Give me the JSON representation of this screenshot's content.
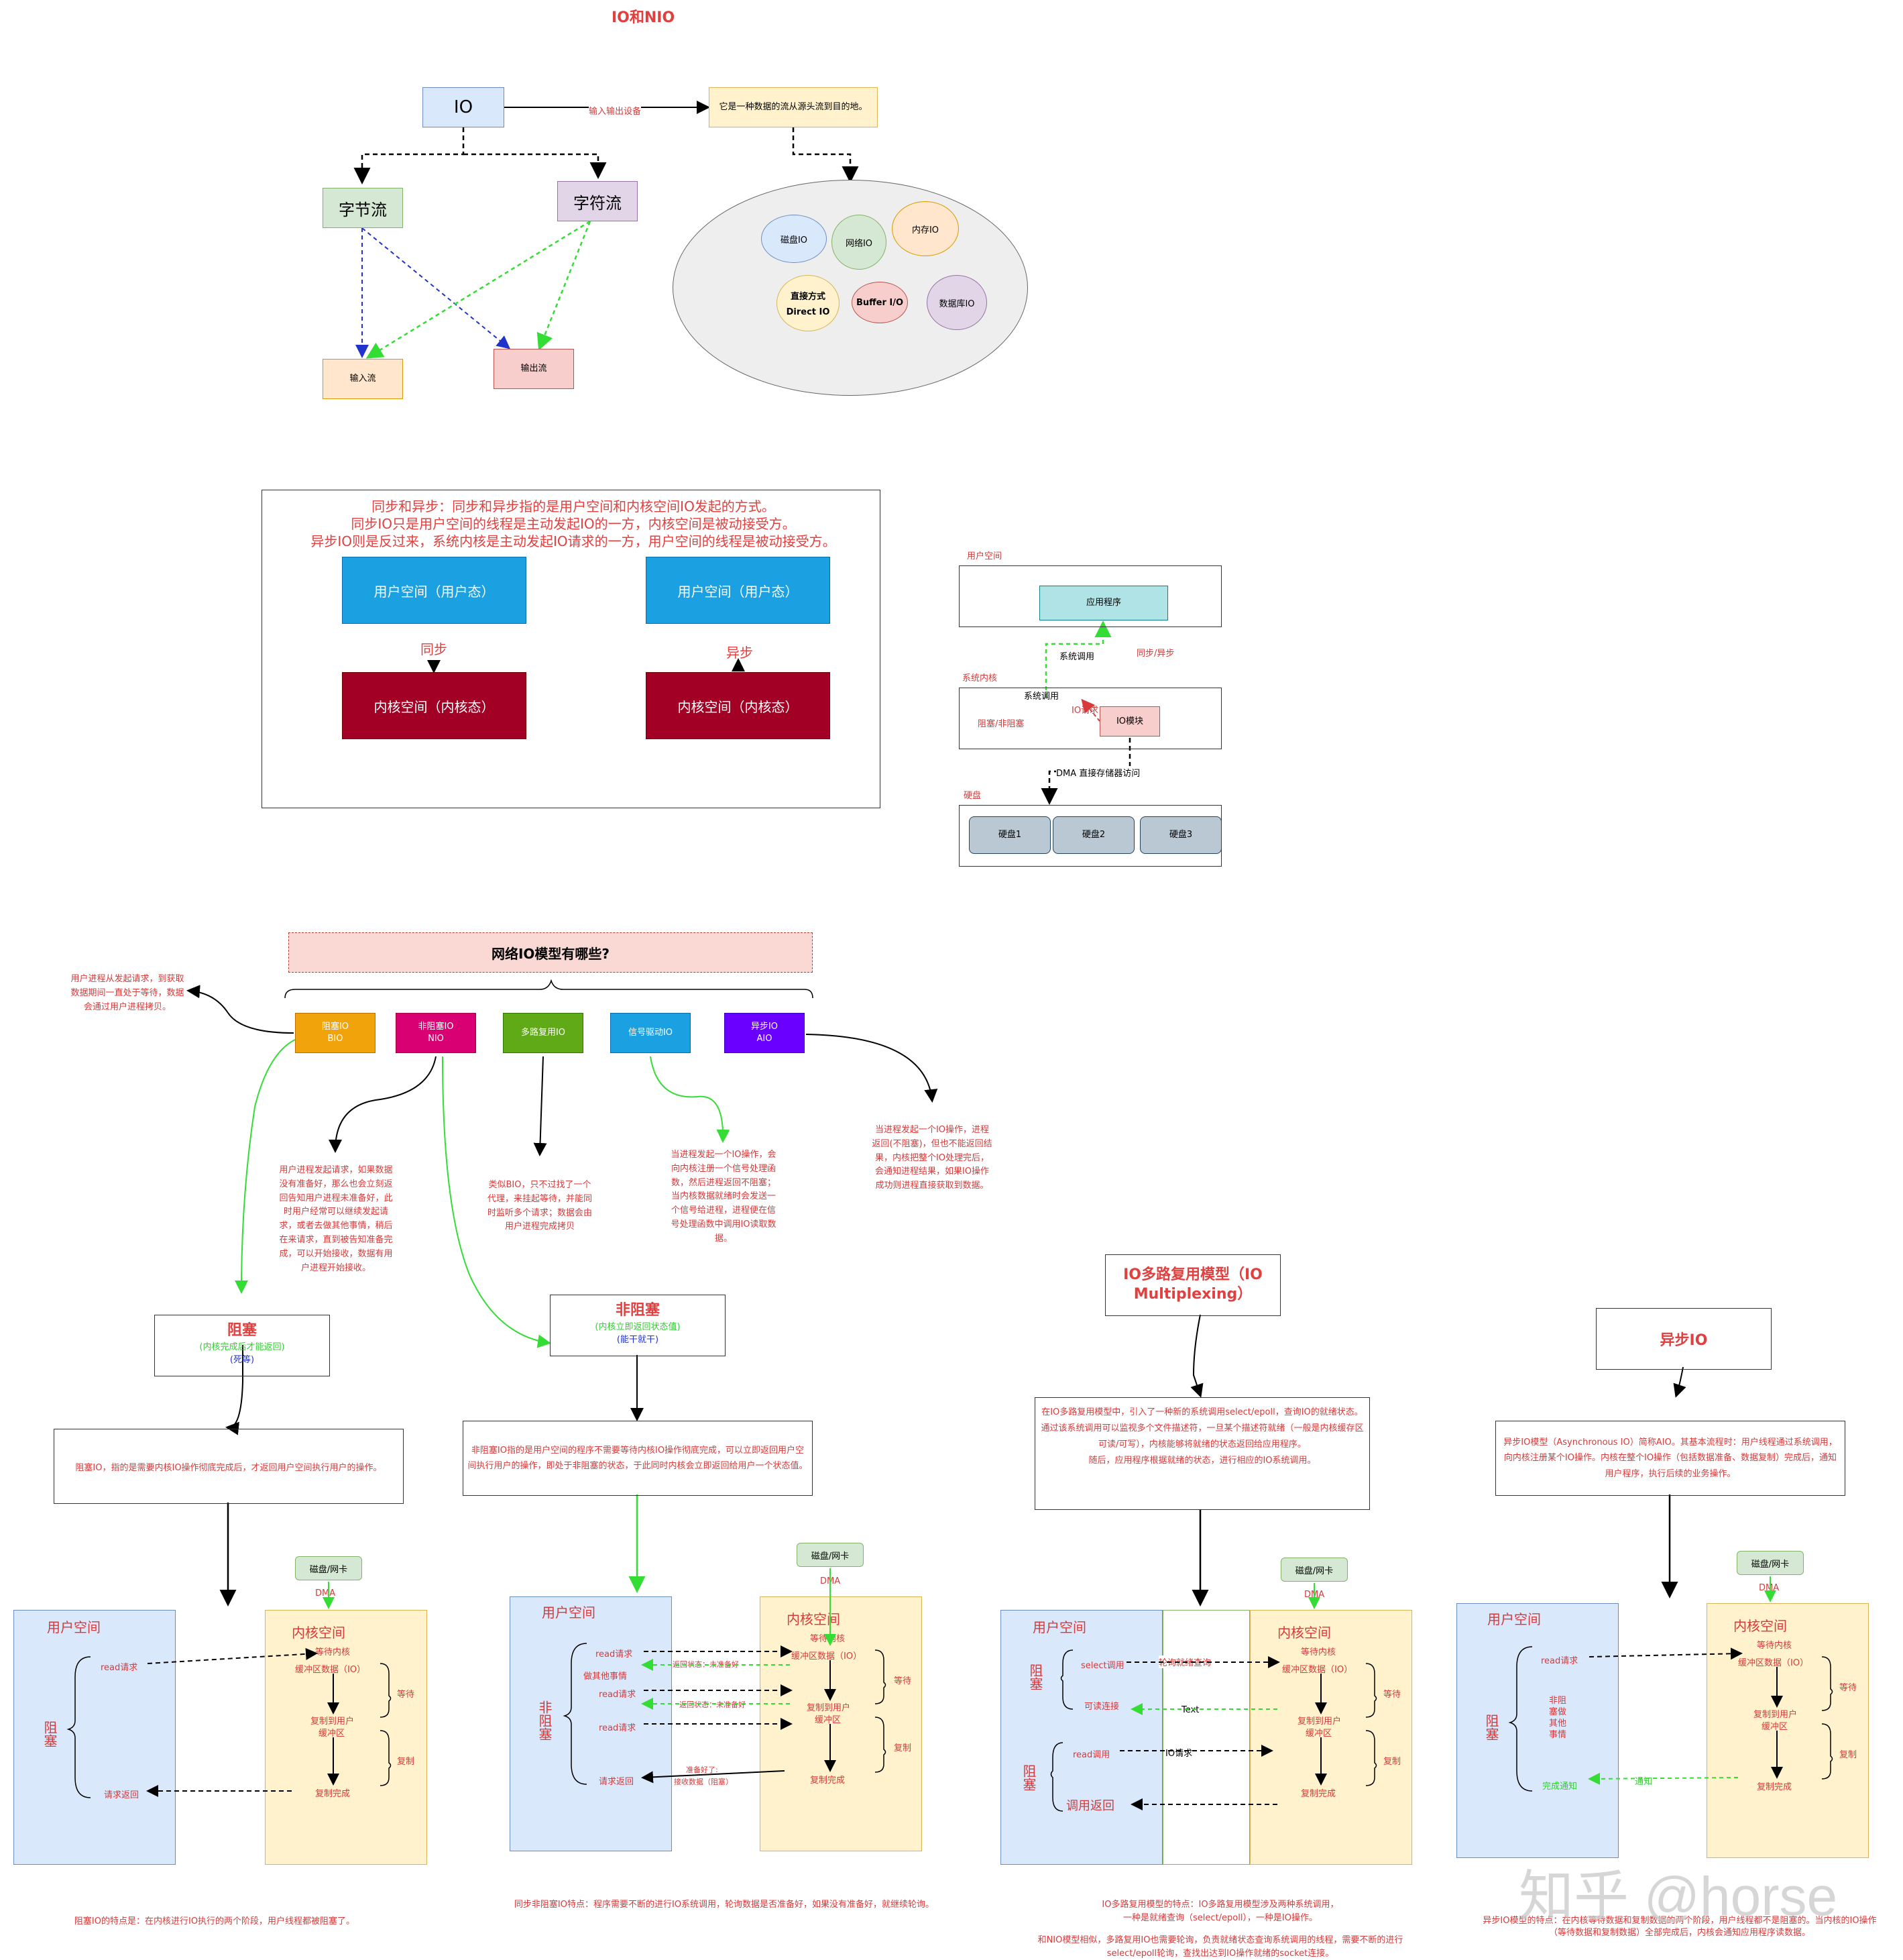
{
  "title": "IO和NIO",
  "io": {
    "root": "IO",
    "edge_label": "输入输出设备",
    "definition": "它是一种数据的流从源头流到目的地。",
    "byte_stream": "字节流",
    "char_stream": "字符流",
    "input_stream": "输入流",
    "output_stream": "输出流",
    "kinds": [
      "磁盘IO",
      "网络IO",
      "内存IO",
      "直接方式",
      "Direct IO",
      "Buffer I/O",
      "数据库IO"
    ]
  },
  "sync": {
    "lines": [
      "同步和异步：同步和异步指的是用户空间和内核空间IO发起的方式。",
      "同步IO只是用户空间的线程是主动发起IO的一方，内核空间是被动接受方。",
      "异步IO则是反过来，系统内核是主动发起IO请求的一方，用户空间的线程是被动接受方。"
    ],
    "user_space": "用户空间（用户态）",
    "kernel_space": "内核空间（内核态）",
    "sync_label": "同步",
    "async_label": "异步"
  },
  "arch": {
    "user_label": "用户空间",
    "app": "应用程序",
    "syscall": "系统调用",
    "sync_async": "同步/异步",
    "kernel_label": "系统内核",
    "block": "阻塞/非阻塞",
    "io_request": "IO请求",
    "io_module": "IO模块",
    "dma": "DMA 直接存储器访问",
    "disk_label": "硬盘",
    "disks": [
      "硬盘1",
      "硬盘2",
      "硬盘3"
    ]
  },
  "models": {
    "question": "网络IO模型有哪些?",
    "bio_note": "用户进程从发起请求，到获取数据期间一直处于等待，数据会通过用户进程拷贝。",
    "items": [
      {
        "l1": "阻塞IO",
        "l2": "BIO",
        "color": "#f0a30a"
      },
      {
        "l1": "非阻塞IO",
        "l2": "NIO",
        "color": "#d80073"
      },
      {
        "l1": "多路复用IO",
        "l2": "",
        "color": "#60a917"
      },
      {
        "l1": "信号驱动IO",
        "l2": "",
        "color": "#1ba1e2"
      },
      {
        "l1": "异步IO",
        "l2": "AIO",
        "color": "#6a00ff"
      }
    ],
    "nio_note": "用户进程发起请求，如果数据没有准备好，那么也会立刻返回告知用户进程未准备好，此时用户经常可以继续发起请求，或者去做其他事情，稍后在来请求，直到被告知准备完成，可以开始接收，数据有用户进程开始接收。",
    "mux_note": "类似BIO，只不过找了一个代理，来挂起等待，并能同时监听多个请求；数据会由用户进程完成拷贝",
    "signal_note": "当进程发起一个IO操作，会向内核注册一个信号处理函数，然后进程返回不阻塞；当内核数据就绪时会发送一个信号给进程，进程便在信号处理函数中调用IO读取数据。",
    "aio_note": "当进程发起一个IO操作，进程返回(不阻塞)，但也不能返回结果，内核把整个IO处理完后，会通知进程结果，如果IO操作成功则进程直接获取到数据。"
  },
  "blocking": {
    "title": "阻塞",
    "sub1": "(内核完成后才能返回)",
    "sub2": "(死等)",
    "desc": "阻塞IO，指的是需要内核IO操作彻底完成后，才返回用户空间执行用户的操作。",
    "device": "磁盘/网卡",
    "dma": "DMA",
    "user_space": "用户空间",
    "kernel_space": "内核空间",
    "side": "阻塞",
    "read": "read请求",
    "ret": "请求返回",
    "wait_kernel": "等待内核",
    "buffer": "缓冲区数据（IO）",
    "copy_user": "复制到用户",
    "copy_user2": "缓冲区",
    "copy_done": "复制完成",
    "wait": "等待",
    "copy": "复制",
    "footer": "阻塞IO的特点是：在内核进行IO执行的两个阶段，用户线程都被阻塞了。"
  },
  "nonblocking": {
    "title": "非阻塞",
    "sub1": "(内核立即返回状态值)",
    "sub2": "(能干就干)",
    "desc": "非阻塞IO指的是用户空间的程序不需要等待内核IO操作彻底完成，可以立即返回用户空间执行用户的操作，即处于非阻塞的状态，于此同时内核会立即返回给用户一个状态值。",
    "device": "磁盘/网卡",
    "dma": "DMA",
    "user_space": "用户空间",
    "kernel_space": "内核空间",
    "side": "非阻塞",
    "reads": [
      "read请求",
      "做其他事情",
      "read请求",
      "read请求",
      "请求返回"
    ],
    "ret_not_ready": "返回状态：未准备好",
    "ready": "准备好了:",
    "ready2": "接收数据（阻塞）",
    "wait_kernel": "等待内核",
    "buffer": "缓冲区数据（IO）",
    "copy_user": "复制到用户",
    "copy_user2": "缓冲区",
    "copy_done": "复制完成",
    "wait": "等待",
    "copy": "复制",
    "footer": "同步非阻塞IO特点：程序需要不断的进行IO系统调用，轮询数据是否准备好，如果没有准备好，就继续轮询。"
  },
  "mux": {
    "title": "IO多路复用模型（IO Multiplexing）",
    "desc": [
      "在IO多路复用模型中，引入了一种新的系统调用select/epoll，查询IO的就绪状态。",
      "通过该系统调用可以监视多个文件描述符，一旦某个描述符就绪（一般是内核缓存区可读/可写），内核能够将就绪的状态返回给应用程序。",
      "随后，应用程序根据就绪的状态，进行相应的IO系统调用。"
    ],
    "device": "磁盘/网卡",
    "dma": "DMA",
    "user_space": "用户空间",
    "kernel_space": "内核空间",
    "side1": "阻塞",
    "side2": "阻塞",
    "select": "select调用",
    "readable": "可读连接",
    "read": "read调用",
    "call_ret": "调用返回",
    "poll": "轮询就绪查询",
    "text": "Text",
    "io_req": "IO请求",
    "wait_kernel": "等待内核",
    "buffer": "缓冲区数据（IO）",
    "copy_user": "复制到用户",
    "copy_user2": "缓冲区",
    "copy_done": "复制完成",
    "wait": "等待",
    "copy": "复制",
    "footer": [
      "IO多路复用模型的特点：IO多路复用模型涉及两种系统调用，",
      "一种是就绪查询（select/epoll），一种是IO操作。",
      "和NIO模型相似，多路复用IO也需要轮询，负责就绪状态查询系统调用的线程，需要不断的进行",
      "select/epoll轮询，查找出达到IO操作就绪的socket连接。"
    ]
  },
  "async": {
    "title": "异步IO",
    "desc": "异步IO模型（Asynchronous IO）简称AIO。其基本流程时：用户线程通过系统调用，向内核注册某个IO操作。内核在整个IO操作（包括数据准备、数据复制）完成后，通知用户程序，执行后续的业务操作。",
    "device": "磁盘/网卡",
    "dma": "DMA",
    "user_space": "用户空间",
    "kernel_space": "内核空间",
    "side": "阻塞",
    "read": "read请求",
    "other": [
      "非阻",
      "塞做",
      "其他",
      "事情"
    ],
    "done_notice": "完成通知",
    "notice": "通知",
    "wait_kernel": "等待内核",
    "buffer": "缓冲区数据（IO）",
    "copy_user": "复制到用户",
    "copy_user2": "缓冲区",
    "copy_done": "复制完成",
    "wait": "等待",
    "copy": "复制",
    "footer": [
      "异步IO模型的特点：在内核等待数据和复制数据的两个阶段，用户线程都不是阻塞的。当内核的IO操作",
      "（等待数据和复制数据）全部完成后，内核会通知应用程序读数据。"
    ]
  },
  "watermark": "知乎 @horse"
}
